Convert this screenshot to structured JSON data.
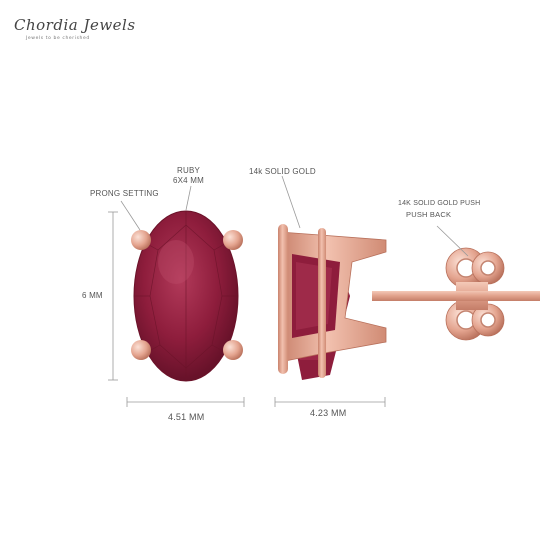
{
  "brand": {
    "name": "Chordia Jewels",
    "tagline": "Jewels to be cherished"
  },
  "labels": {
    "ruby": "RUBY",
    "ruby_size": "6X4 MM",
    "prong_setting": "PRONG SETTING",
    "height": "6 MM",
    "width_front": "4.51 MM",
    "gold": "14k SOLID GOLD",
    "push_back_line1": "14K SOLID GOLD PUSH",
    "push_back_line2": "PUSH BACK",
    "width_side": "4.23 MM"
  },
  "colors": {
    "ruby": "#8e1d3c",
    "rose_gold": "#e4a48f",
    "background": "#ffffff",
    "lines": "#9a9a9a"
  }
}
